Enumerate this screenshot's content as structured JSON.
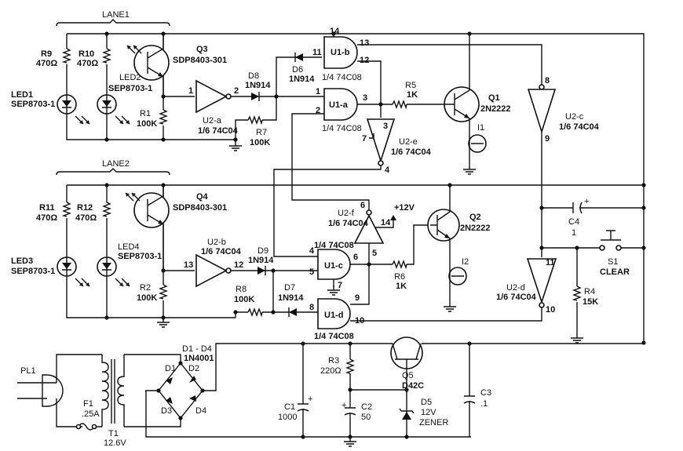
{
  "lane1": "LANE1",
  "lane2": "LANE2",
  "R9": {
    "ref": "R9",
    "value": "470Ω"
  },
  "R10": {
    "ref": "R10",
    "value": "470Ω"
  },
  "R11": {
    "ref": "R11",
    "value": "470Ω"
  },
  "R12": {
    "ref": "R12",
    "value": "470Ω"
  },
  "LED1": {
    "ref": "LED1",
    "part": "SEP8703-1"
  },
  "LED2": {
    "ref": "LED2",
    "part": "SEP8703-1"
  },
  "LED3": {
    "ref": "LED3",
    "part": "SEP8703-1"
  },
  "LED4": {
    "ref": "LED4",
    "part": "SEP8703-1"
  },
  "Q3": {
    "ref": "Q3",
    "part": "SDP8403-301"
  },
  "Q4": {
    "ref": "Q4",
    "part": "SDP8403-301"
  },
  "Q1": {
    "ref": "Q1",
    "part": "2N2222"
  },
  "Q2": {
    "ref": "Q2",
    "part": "2N2222"
  },
  "Q5": {
    "ref": "Q5",
    "part": "D42C"
  },
  "R1": {
    "ref": "R1",
    "value": "100K"
  },
  "R2": {
    "ref": "R2",
    "value": "100K"
  },
  "R7": {
    "ref": "R7",
    "value": "100K"
  },
  "R8": {
    "ref": "R8",
    "value": "100K"
  },
  "R5": {
    "ref": "R5",
    "value": "1K"
  },
  "R6": {
    "ref": "R6",
    "value": "1K"
  },
  "R4": {
    "ref": "R4",
    "value": "15K"
  },
  "R3": {
    "ref": "R3",
    "value": "220Ω"
  },
  "D6": {
    "ref": "D6",
    "part": "1N914"
  },
  "D7": {
    "ref": "D7",
    "part": "1N914"
  },
  "D8": {
    "ref": "D8",
    "part": "1N914"
  },
  "D9": {
    "ref": "D9",
    "part": "1N914"
  },
  "U2a": {
    "ref": "U2-a",
    "part": "1/6 74C04"
  },
  "U2b": {
    "ref": "U2-b",
    "part": "1/6 74C04"
  },
  "U2c": {
    "ref": "U2-c",
    "part": "1/6 74C04"
  },
  "U2d": {
    "ref": "U2-d",
    "part": "1/6 74C04"
  },
  "U2e": {
    "ref": "U2-e",
    "part": "1/6 74C04"
  },
  "U2f": {
    "ref": "U2-f",
    "part": "1/6 74C04"
  },
  "U1a": {
    "ref": "U1-a",
    "part": "1/4 74C08"
  },
  "U1b": {
    "ref": "U1-b",
    "part": "1/4 74C08"
  },
  "U1c": {
    "ref": "U1-c",
    "part": "1/4 74C08"
  },
  "U1d": {
    "ref": "U1-d",
    "part": "1/4 74C08"
  },
  "I1": "I1",
  "I2": "I2",
  "C4": {
    "ref": "C4",
    "value": "1"
  },
  "C1": {
    "ref": "C1",
    "value": "1000"
  },
  "C2": {
    "ref": "C2",
    "value": "50"
  },
  "C3": {
    "ref": "C3",
    "value": ".1"
  },
  "S1": {
    "ref": "S1",
    "label": "CLEAR"
  },
  "supply": "+12V",
  "PL1": "PL1",
  "F1": {
    "ref": "F1",
    "value": ".25A"
  },
  "T1": {
    "ref": "T1",
    "value": "12.6V"
  },
  "bridge": {
    "ref": "D1 - D4",
    "part": "1N4001",
    "d1": "D1",
    "d2": "D2",
    "d3": "D3",
    "d4": "D4"
  },
  "D5": {
    "ref": "D5",
    "value": "12V",
    "type": "ZENER"
  },
  "pins": {
    "p1": "1",
    "p2": "2",
    "p3": "3",
    "p4": "4",
    "p5": "5",
    "p6": "6",
    "p7": "7",
    "p8": "8",
    "p9": "9",
    "p10": "10",
    "p11": "11",
    "p12": "12",
    "p13": "13",
    "p14": "14"
  }
}
